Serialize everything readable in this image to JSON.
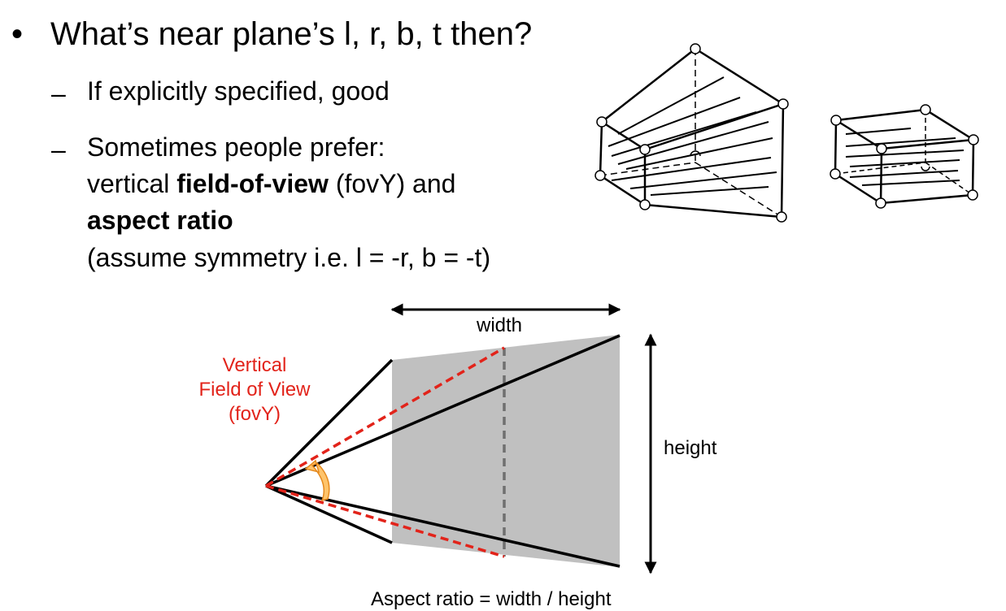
{
  "slide": {
    "bullet_symbol": "•",
    "heading": "What’s near plane’s l, r, b, t then?",
    "dash": "–",
    "sub1": "If explicitly specified, good",
    "sub2": {
      "line1": "Sometimes people prefer:",
      "line2_pre": "vertical ",
      "line2_bold": "field-of-view",
      "line2_post": " (fovY) and",
      "line3_bold": "aspect ratio",
      "line4": "(assume symmetry i.e. l = -r, b = -t)"
    }
  },
  "diagram": {
    "fov_label": [
      "Vertical",
      "Field of View",
      "(fovY)"
    ],
    "width_label": "width",
    "height_label": "height",
    "caption": "Aspect ratio = width / height",
    "colors": {
      "red": "#e2231a",
      "gray": "#c0c0c0",
      "arc_fill": "#ffc46b",
      "arc_stroke": "#e58a1f"
    }
  }
}
